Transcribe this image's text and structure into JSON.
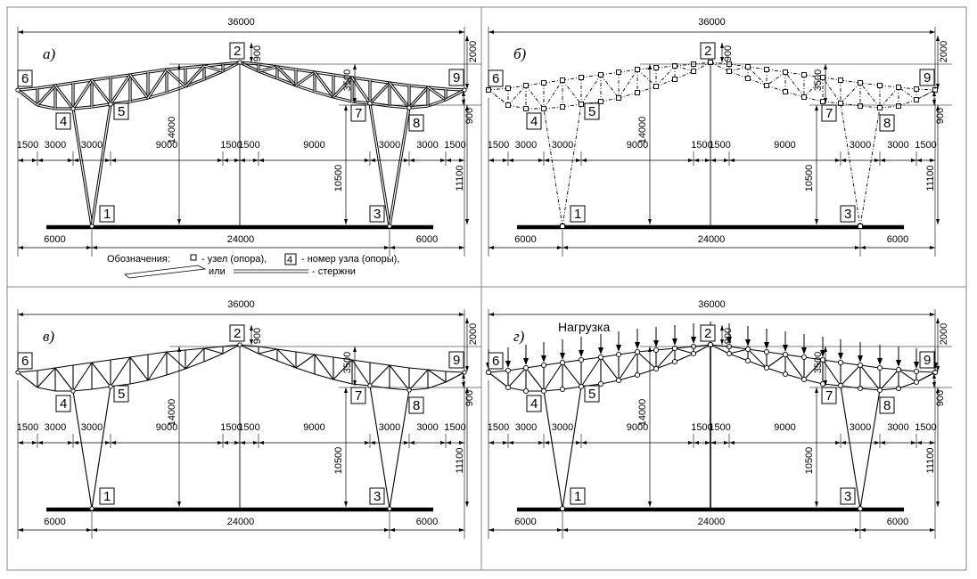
{
  "panels": [
    {
      "key": "a",
      "label": "а)",
      "style": "double",
      "show_nodes": false,
      "show_load": false
    },
    {
      "key": "b",
      "label": "б)",
      "style": "dashed",
      "show_nodes": true,
      "show_load": false
    },
    {
      "key": "v",
      "label": "в)",
      "style": "single",
      "show_nodes": false,
      "show_load": false
    },
    {
      "key": "g",
      "label": "г)",
      "style": "single",
      "show_nodes": true,
      "show_load": true
    }
  ],
  "dims": {
    "total_width": "36000",
    "span_mid": "24000",
    "side_left": "6000",
    "side_right": "6000",
    "seg_1500": "1500",
    "seg_3000": "3000",
    "seg_9000": "9000",
    "rise_2000": "2000",
    "rise_3500": "3500",
    "gap_900": "900",
    "height_14000": "14000",
    "height_10500": "10500",
    "height_11100": "11100"
  },
  "nodes": [
    "1",
    "2",
    "3",
    "4",
    "5",
    "6",
    "7",
    "8",
    "9"
  ],
  "legend": {
    "title": "Обозначения:",
    "node_text": "- узел (опора),",
    "node_num_sample": "4",
    "node_num_text": "- номер узла (опоры),",
    "or_text": "или",
    "rod_text": "- стержни"
  },
  "load_label": "Нагрузка",
  "colors": {
    "ink": "#000000",
    "frame": "#888888",
    "bg": "#ffffff"
  }
}
